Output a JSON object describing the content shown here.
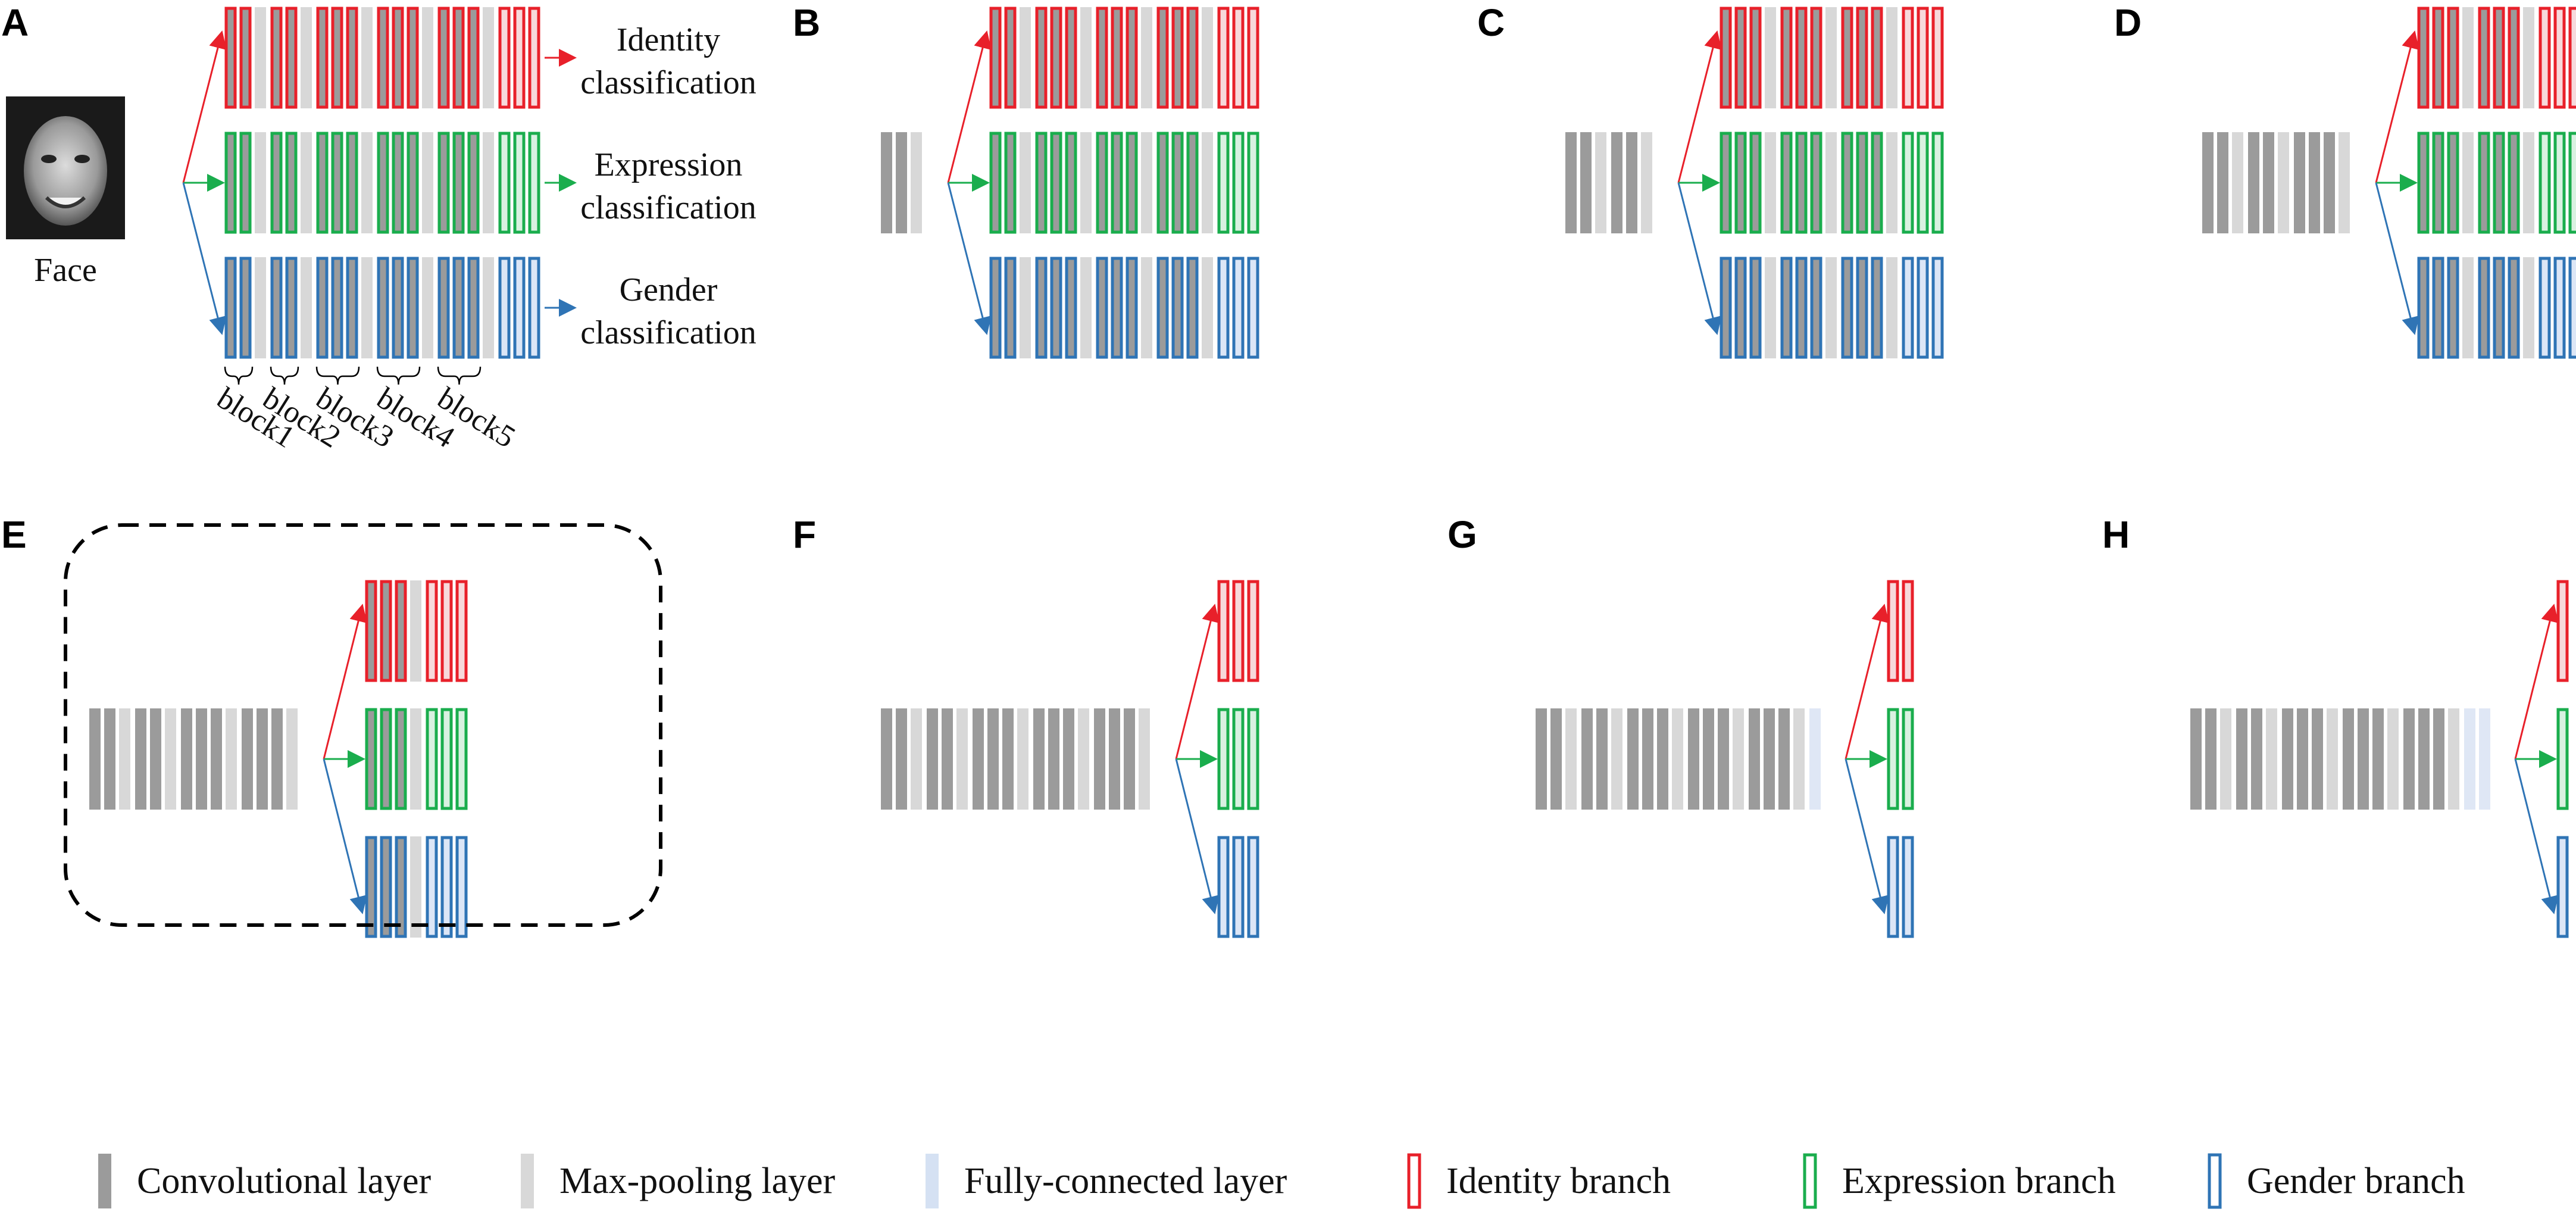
{
  "panels": [
    {
      "label": "A",
      "shared_blocks": 0
    },
    {
      "label": "B",
      "shared_blocks": 1
    },
    {
      "label": "C",
      "shared_blocks": 2
    },
    {
      "label": "D",
      "shared_blocks": 3
    },
    {
      "label": "E",
      "shared_blocks": 4,
      "highlighted": true
    },
    {
      "label": "F",
      "shared_blocks": 5
    },
    {
      "label": "G",
      "shared_blocks": 6
    },
    {
      "label": "H",
      "shared_blocks": 7
    }
  ],
  "input": {
    "label": "Face"
  },
  "outputs": [
    {
      "line1": "Identity",
      "line2": "classification"
    },
    {
      "line1": "Expression",
      "line2": "classification"
    },
    {
      "line1": "Gender",
      "line2": "classification"
    }
  ],
  "blocks": [
    "block1",
    "block2",
    "block3",
    "block4",
    "block5"
  ],
  "legend": [
    {
      "label": "Convolutional layer",
      "kind": "conv"
    },
    {
      "label": "Max-pooling layer",
      "kind": "pool"
    },
    {
      "label": "Fully-connected layer",
      "kind": "fc"
    },
    {
      "label": "Identity branch",
      "kind": "identity"
    },
    {
      "label": "Expression branch",
      "kind": "expression"
    },
    {
      "label": "Gender branch",
      "kind": "gender"
    }
  ],
  "colors": {
    "conv": "#9b9b9b",
    "pool": "#d8d8d8",
    "fc": "#d5e1f3",
    "identity": "#e8202a",
    "expression": "#1aad4d",
    "gender": "#2f74b5",
    "shared_fc_fill": "#dfe7f5"
  }
}
